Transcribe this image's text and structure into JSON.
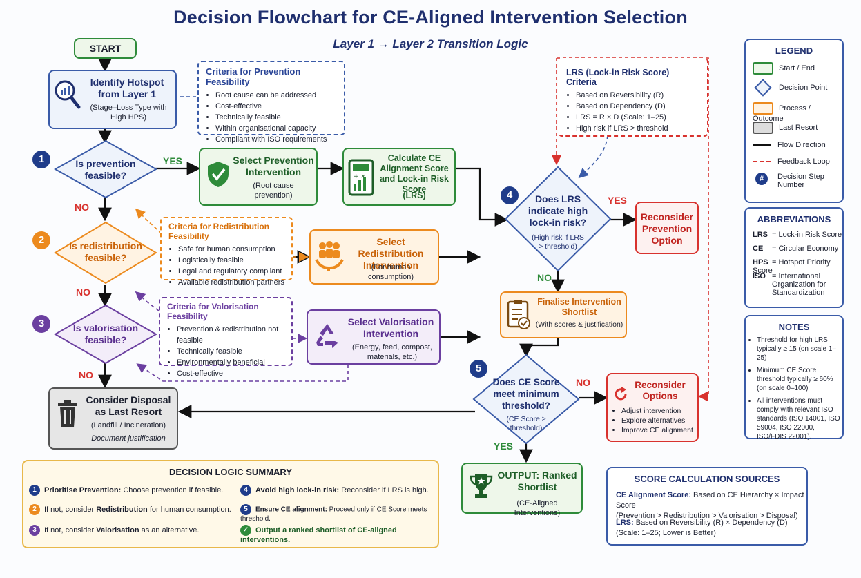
{
  "title": "Decision Flowchart for CE-Aligned Intervention Selection",
  "subtitle": "Layer 1 → Layer 2 Transition Logic",
  "colors": {
    "navy": "#1f2f6e",
    "green": "#2e8b3a",
    "blue": "#3a5ba8",
    "orange": "#ec8a1e",
    "purple": "#6b3fa0",
    "red": "#d8322e",
    "grey": "#555555"
  },
  "start": {
    "label": "START"
  },
  "identify": {
    "title": "Identify Hotspot from Layer 1",
    "sub": "(Stage–Loss Type with High HPS)",
    "icon": "magnifier-chart-icon"
  },
  "prevention_criteria": {
    "title": "Criteria for Prevention Feasibility",
    "items": [
      "Root cause can be addressed",
      "Cost-effective",
      "Technically feasible",
      "Within organisational capacity",
      "Compliant with ISO requirements"
    ]
  },
  "decisions": {
    "d1": {
      "num": "1",
      "label": "Is prevention feasible?"
    },
    "d2": {
      "num": "2",
      "label": "Is redistribution feasible?"
    },
    "d3": {
      "num": "3",
      "label": "Is valorisation feasible?"
    },
    "d4": {
      "num": "4",
      "label": "Does LRS indicate high lock-in risk?",
      "sub": "(High risk if LRS > threshold)"
    },
    "d5": {
      "num": "5",
      "label": "Does CE Score meet minimum threshold?",
      "sub": "(CE Score ≥ threshold)"
    }
  },
  "branch_labels": {
    "yes": "YES",
    "no": "NO"
  },
  "select_prevention": {
    "title": "Select Prevention Intervention",
    "sub": "(Root cause prevention)",
    "icon": "shield-check-icon"
  },
  "calculate": {
    "title": "Calculate CE Alignment Score and Lock-in Risk Score",
    "sub": "(LRS)",
    "icon": "calculator-chart-icon"
  },
  "redistribution_criteria": {
    "title": "Criteria for Redistribution Feasibility",
    "items": [
      "Safe for human consumption",
      "Logistically feasible",
      "Legal and regulatory compliant",
      "Available redistribution partners"
    ]
  },
  "select_redistribution": {
    "title": "Select Redistribution Intervention",
    "sub": "(For human consumption)",
    "icon": "people-hands-icon"
  },
  "valorisation_criteria": {
    "title": "Criteria for Valorisation Feasibility",
    "items": [
      "Prevention & redistribution not feasible",
      "Technically feasible",
      "Environmentally beneficial",
      "Cost-effective"
    ]
  },
  "select_valorisation": {
    "title": "Select Valorisation Intervention",
    "sub": "(Energy, feed, compost, materials, etc.)",
    "icon": "recycle-icon"
  },
  "disposal": {
    "title": "Consider Disposal as Last Resort",
    "sub": "(Landfill / Incineration)",
    "note": "Document justification",
    "icon": "trash-bin-icon"
  },
  "lrs_criteria": {
    "title": "LRS (Lock-in Risk Score) Criteria",
    "items": [
      "Based on Reversibility (R)",
      "Based on Dependency (D)",
      "LRS = R × D (Scale: 1–25)",
      "High risk if LRS > threshold"
    ]
  },
  "reconsider_prevention": {
    "title": "Reconsider Prevention Option"
  },
  "finalise": {
    "title": "Finalise Intervention Shortlist",
    "sub": "(With scores & justification)",
    "icon": "clipboard-check-icon"
  },
  "reconsider_options": {
    "title": "Reconsider Options",
    "items": [
      "Adjust intervention",
      "Explore alternatives",
      "Improve CE alignment"
    ],
    "icon": "refresh-icon"
  },
  "output": {
    "title": "OUTPUT: Ranked Shortlist",
    "sub": "(CE-Aligned Interventions)",
    "icon": "trophy-icon"
  },
  "legend": {
    "title": "LEGEND",
    "items": [
      "Start / End",
      "Decision Point",
      "Process / Outcome",
      "Last Resort",
      "Flow Direction",
      "Feedback Loop",
      "Decision Step Number"
    ]
  },
  "abbreviations": {
    "title": "ABBREVIATIONS",
    "items": [
      {
        "abbr": "LRS",
        "def": "= Lock-in Risk Score"
      },
      {
        "abbr": "CE",
        "def": "= Circular Economy"
      },
      {
        "abbr": "HPS",
        "def": "= Hotspot Priority Score"
      },
      {
        "abbr": "ISO",
        "def": "= International Organization for Standardization"
      }
    ]
  },
  "notes": {
    "title": "NOTES",
    "items": [
      "Threshold for high LRS typically ≥ 15 (on scale 1–25)",
      "Minimum CE Score threshold typically ≥ 60% (on scale 0–100)",
      "All interventions must comply with relevant ISO standards (ISO 14001, ISO 59004, ISO 22000, ISO/FDIS 22001)."
    ]
  },
  "summary": {
    "title": "DECISION LOGIC SUMMARY",
    "rows": [
      {
        "num": "1",
        "bold": "Prioritise Prevention:",
        "text": " Choose prevention if feasible."
      },
      {
        "num": "2",
        "pre": "If not, consider ",
        "bold": "Redistribution",
        "text": " for human consumption."
      },
      {
        "num": "3",
        "pre": "If not, consider ",
        "bold": "Valorisation",
        "text": " as an alternative."
      },
      {
        "num": "4",
        "bold": "Avoid high lock-in risk:",
        "text": "  Reconsider if LRS is high."
      },
      {
        "num": "5",
        "bold": "Ensure CE alignment:",
        "text": " Proceed only if CE Score meets threshold."
      },
      {
        "bold": "Output a ranked shortlist of CE-aligned interventions."
      }
    ]
  },
  "sources": {
    "title": "SCORE CALCULATION SOURCES",
    "ce_label": "CE Alignment Score:",
    "ce_text": " Based on CE Hierarchy × Impact Score",
    "ce_detail": "(Prevention > Redistribution > Valorisation > Disposal)",
    "lrs_label": "LRS:",
    "lrs_text": " Based on Reversibility (R) × Dependency (D)",
    "lrs_detail": "(Scale: 1–25; Lower is Better)"
  }
}
